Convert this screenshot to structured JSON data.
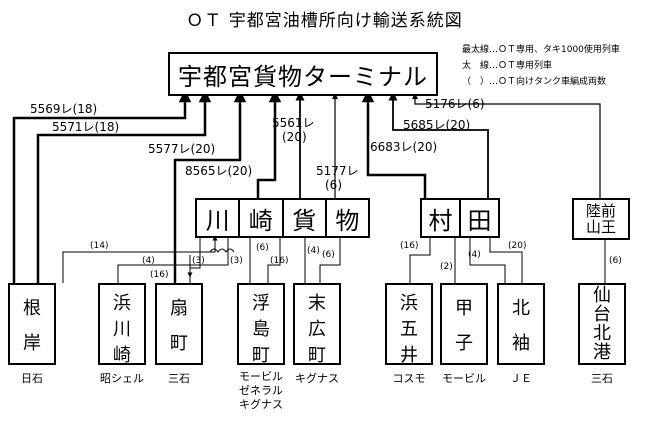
{
  "title": "ＯＴ 宇都宮油槽所向け輸送系統図",
  "legend": {
    "line1": "最太線…ＯＴ専用、タキ1000使用列車",
    "line2": "太　線…ＯＴ専用列車",
    "line3": "（　）…ＯＴ向けタンク車編成両数"
  },
  "terminal": "宇都宮貨物ターミナル",
  "hubs": {
    "kawasaki": [
      "川",
      "崎",
      "貨",
      "物"
    ],
    "murata": [
      "村",
      "田"
    ],
    "rikuzen": [
      "陸前",
      "山王"
    ]
  },
  "sources": {
    "negishi": {
      "chars": [
        "根",
        "岸"
      ],
      "caption": "日石"
    },
    "hamakawasaki": {
      "chars": [
        "浜",
        "川",
        "崎"
      ],
      "caption": "昭シェル"
    },
    "ogimachi": {
      "chars": [
        "扇",
        "町"
      ],
      "caption": "三石"
    },
    "ukishima": {
      "chars": [
        "浮",
        "島",
        "町"
      ],
      "caption": [
        "モービル",
        "ゼネラル",
        "キグナス"
      ]
    },
    "suehiro": {
      "chars": [
        "末",
        "広",
        "町"
      ],
      "caption": "キグナス"
    },
    "hamagoi": {
      "chars": [
        "浜",
        "五",
        "井"
      ],
      "caption": "コスモ"
    },
    "kinoene": {
      "chars": [
        "甲",
        "子"
      ],
      "caption": "モービル"
    },
    "kitabukuro": {
      "chars": [
        "北",
        "袖"
      ],
      "caption": "ＪＥ"
    },
    "sendai": {
      "chars": [
        "仙",
        "台",
        "北",
        "港"
      ],
      "caption": "三石"
    }
  },
  "trains": {
    "t5569": "5569レ(18)",
    "t5571": "5571レ(18)",
    "t5577": "5577レ(20)",
    "t8565": "8565レ(20)",
    "t5561a": "5561レ",
    "t5561b": "(20)",
    "t5177a": "5177レ",
    "t5177b": "(6)",
    "t6683": "6683レ(20)",
    "t5685": "5685レ(20)",
    "t5176": "5176レ(6)"
  },
  "counts": {
    "c14": "(14)",
    "c4a": "(4)",
    "c16a": "(16)",
    "c3a": "(3)",
    "c3b": "(3)",
    "c6a": "(6)",
    "c16b": "(16)",
    "c4b": "(4)",
    "c6b": "(6)",
    "c16c": "(16)",
    "c2": "(2)",
    "c4c": "(4)",
    "c20": "(20)",
    "c6c": "(6)"
  }
}
